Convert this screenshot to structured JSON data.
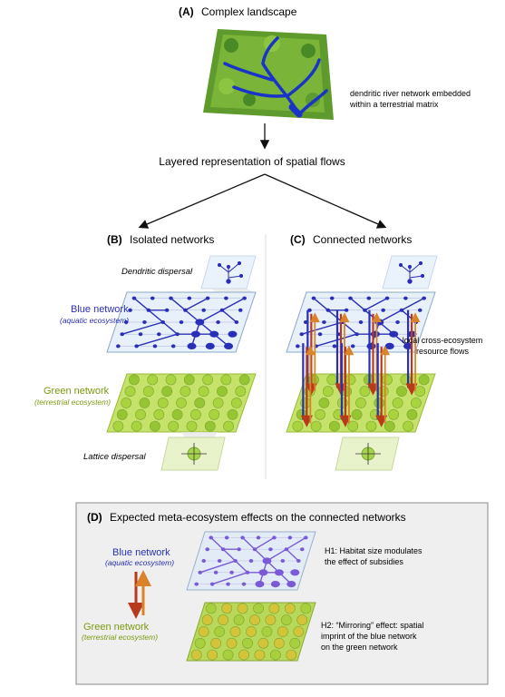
{
  "panel_a": {
    "letter": "(A)",
    "title": "Complex landscape",
    "caption_line1": "dendritic river network embedded",
    "caption_line2": "within a terrestrial matrix"
  },
  "layered_title": "Layered representation of spatial flows",
  "panel_b": {
    "letter": "(B)",
    "title": "Isolated networks",
    "dendritic_label": "Dendritic dispersal",
    "blue_label": "Blue network",
    "blue_sub": "(aquatic ecosystem)",
    "green_label": "Green network",
    "green_sub": "(terrestrial ecosystem)",
    "lattice_label": "Lattice dispersal"
  },
  "panel_c": {
    "letter": "(C)",
    "title": "Connected networks",
    "flows_line1": "local cross-ecosystem",
    "flows_line2": "resource flows"
  },
  "panel_d": {
    "letter": "(D)",
    "title": "Expected meta-ecosystem effects on the connected networks",
    "blue_label": "Blue network",
    "blue_sub": "(aquatic ecosystem)",
    "green_label": "Green network",
    "green_sub": "(terrestrial ecosystem)",
    "h1_line1": "H1: Habitat size modulates",
    "h1_line2": "the effect of subsidies",
    "h2_line1": "H2: “Mirroring” effect: spatial",
    "h2_line2": "imprint of the blue network",
    "h2_line3": "on the green network"
  },
  "colors": {
    "blue": "#2a2fb8",
    "green": "#8bc43c",
    "arrow_red": "#b83a1c",
    "arrow_orange": "#d9832a",
    "panel_bg": "#efefef"
  }
}
